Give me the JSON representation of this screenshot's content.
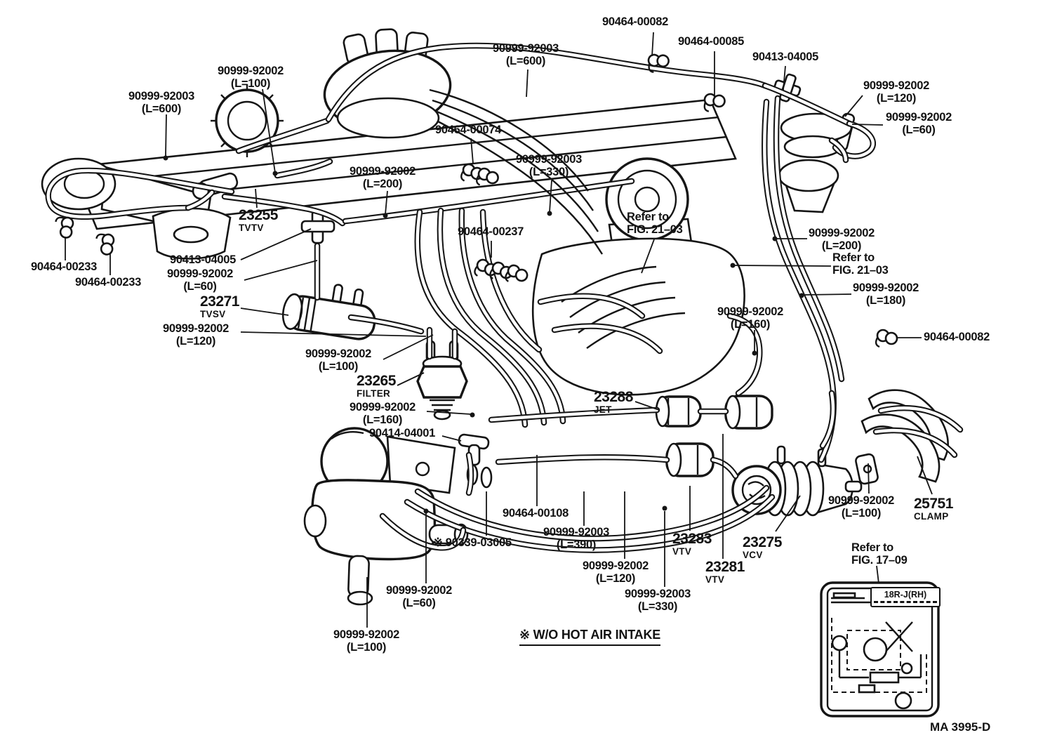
{
  "callouts": [
    {
      "text": "90464-00082"
    },
    {
      "text": "90464-00085"
    },
    {
      "text": "90413-04005"
    },
    {
      "text": "90999-92003\n(L=600)"
    },
    {
      "text": "90999-92002\n(L=100)"
    },
    {
      "text": "90999-92003\n(L=600)"
    },
    {
      "text": "90999-92002\n(L=120)"
    },
    {
      "text": "90999-92002\n(L=60)"
    },
    {
      "text": "90464-00074"
    },
    {
      "text": "90999-92002\n(L=200)"
    },
    {
      "text": "90999-92003\n(L=330)"
    },
    {
      "text": "Refer to\nFIG. 21–03"
    },
    {
      "text": "90413-04005"
    },
    {
      "text": "90999-92002\n(L=60)"
    },
    {
      "text": "90464-00233"
    },
    {
      "text": "90464-00233"
    },
    {
      "text": "90999-92002\n(L=120)"
    },
    {
      "text": "90464-00237"
    },
    {
      "text": "90999-92002\n(L=200)"
    },
    {
      "text": "Refer to\nFIG. 21–03"
    },
    {
      "text": "90999-92002\n(L=180)"
    },
    {
      "text": "90999-92002\n(L=160)"
    },
    {
      "text": "90464-00082"
    },
    {
      "text": "90999-92002\n(L=100)"
    },
    {
      "text": "90999-92002\n(L=160)"
    },
    {
      "text": "90414-04001"
    },
    {
      "text": "90464-00108"
    },
    {
      "text": "※ 90339-03005"
    },
    {
      "text": "90999-92003\n(L=390)"
    },
    {
      "text": "90999-92002\n(L=120)"
    },
    {
      "text": "90999-92003\n(L=330)"
    },
    {
      "text": "90999-92002\n(L=100)"
    },
    {
      "text": "90999-92002\n(L=60)"
    },
    {
      "text": "90999-92002\n(L=100)"
    },
    {
      "text": "Refer to\nFIG. 17–09"
    }
  ],
  "parts": [
    {
      "num": "23255",
      "sub": "TVTV"
    },
    {
      "num": "23271",
      "sub": "TVSV"
    },
    {
      "num": "23265",
      "sub": "FILTER"
    },
    {
      "num": "23288",
      "sub": "JET"
    },
    {
      "num": "23283",
      "sub": "VTV"
    },
    {
      "num": "23281",
      "sub": "VTV"
    },
    {
      "num": "23275",
      "sub": "VCV"
    },
    {
      "num": "25751",
      "sub": "CLAMP"
    }
  ],
  "note": {
    "text": "※ W/O HOT AIR INTAKE"
  },
  "inset": {
    "header": "18R-J(RH)"
  },
  "footer": {
    "code": "MA 3995-D"
  }
}
